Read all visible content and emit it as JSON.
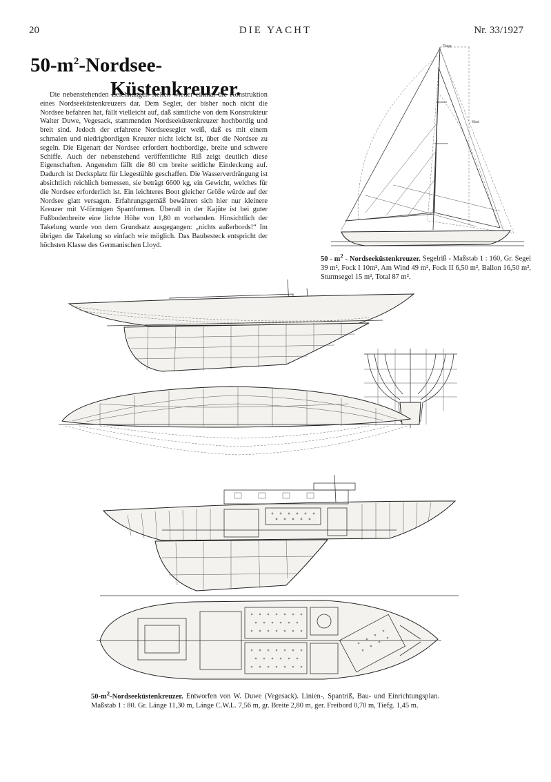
{
  "header": {
    "page_number": "20",
    "running_title": "DIE YACHT",
    "issue": "Nr. 33/1927"
  },
  "article": {
    "title_line1_a": "50-m",
    "title_line1_sup": "2",
    "title_line1_b": "-Nordsee-",
    "title_line2": "Küstenkreuzer.",
    "body": "Die nebenstehenden Zeichnungen stellen wieder einmal die Konstruktion eines Nordseeküstenkreuzers dar. Dem Segler, der bisher noch nicht die Nordsee befahren hat, fällt vielleicht auf, daß sämtliche von dem Konstrukteur Walter Duwe, Vegesack, stammenden Nordseeküstenkreuzer hochbordig und breit sind. Jedoch der erfahrene Nordseesegler weiß, daß es mit einem schmalen und niedrigbordigen Kreuzer nicht leicht ist, über die Nordsee zu segeln. Die Eigenart der Nordsee erfordert hochbordige, breite und schwere Schiffe. Auch der nebenstehend veröffentlichte Riß zeigt deutlich diese Eigenschaften. Angenehm fällt die 80 cm breite seitliche Eindeckung auf. Dadurch ist Decksplatz für Liegestühle geschaffen. Die Wasserverdrängung ist absichtlich reichlich bemessen, sie beträgt 6600 kg, ein Gewicht, welches für die Nordsee erforderlich ist. Ein leichteres Boot gleicher Größe würde auf der Nordsee glatt versagen. Erfahrungsgemäß bewähren sich hier nur kleinere Kreuzer mit V-förmigen Spantformen. Überall in der Kajüte ist bei guter Fußbodenbreite eine lichte Höhe von 1,80 m vorhanden. Hinsichtlich der Takelung wurde von dem Grundsatz ausgegangen: „nichts außerbords!“ Im übrigen die Takelung so einfach wie möglich. Das Baubesteck entspricht der höchsten Klasse des Germanischen Lloyd."
  },
  "sail_caption": {
    "bold_a": "50 - m",
    "bold_sup": "2",
    "bold_b": " - Nordseeküstenkreuzer.",
    "text": " Segelriß - Maßstab 1 : 160, Gr. Segel 39 m², Fock I 10m², Am Wind 49 m², Fock II 6,50 m², Ballon 16,50 m², Sturmsegel 15 m², Total 87 m²."
  },
  "bottom_caption": {
    "bold_a": "50-m",
    "bold_sup": "2",
    "bold_b": "-Nordseeküstenkreuzer.",
    "text": " Entworfen von W. Duwe (Vegesack). Linien-, Spantriß, Bau- und Einrichtungsplan. Maßstab 1 : 80. Gr. Länge 11,30 m, Länge C.W.L. 7,56 m, gr. Breite 2,80 m, ger. Freibord 0,70 m, Tiefg. 1,45 m."
  },
  "drawings": {
    "sail_plan": "sail-plan-drawing",
    "profile": "hull-profile-drawing",
    "body_plan": "body-plan-drawing",
    "half_breadth": "half-breadth-drawing",
    "construction": "construction-plan-drawing",
    "accommodation": "accommodation-plan-drawing"
  }
}
